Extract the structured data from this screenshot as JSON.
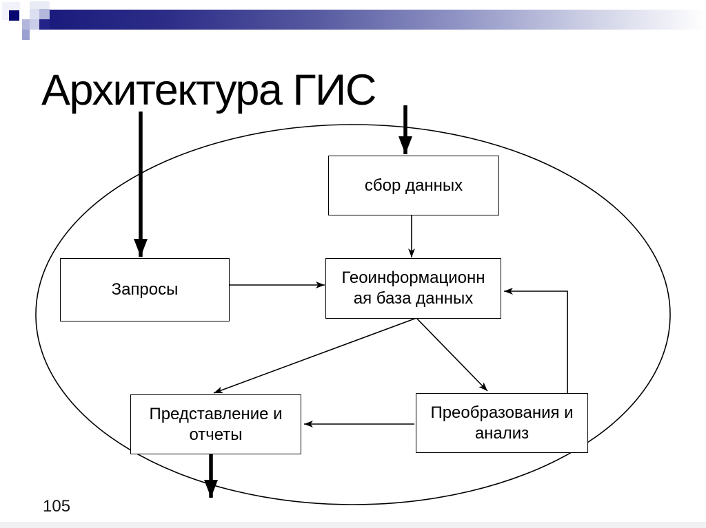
{
  "slide": {
    "title": "Архитектура ГИС",
    "page_number": "105"
  },
  "diagram": {
    "boundary": "ellipse",
    "nodes": {
      "data_collection": {
        "label": "сбор данных",
        "lines": [
          "сбор данных"
        ]
      },
      "queries": {
        "label": "Запросы",
        "lines": [
          "Запросы"
        ]
      },
      "geo_database": {
        "label": "Геоинформационная база данных",
        "lines": [
          "Геоинформационн",
          "ая база данных"
        ]
      },
      "presentation_reports": {
        "label": "Представление и отчеты",
        "lines": [
          "Представление и",
          "отчеты"
        ]
      },
      "transform_analysis": {
        "label": "Преобразования и анализ",
        "lines": [
          "Преобразования и",
          "анализ"
        ]
      }
    },
    "edges": [
      {
        "from": "outside-top-left",
        "to": "queries",
        "style": "thick"
      },
      {
        "from": "outside-top-center",
        "to": "data_collection",
        "style": "thick"
      },
      {
        "from": "data_collection",
        "to": "geo_database",
        "style": "thin"
      },
      {
        "from": "queries",
        "to": "geo_database",
        "style": "thin"
      },
      {
        "from": "geo_database",
        "to": "presentation_reports",
        "style": "thin"
      },
      {
        "from": "geo_database",
        "to": "transform_analysis",
        "style": "thin"
      },
      {
        "from": "transform_analysis",
        "to": "geo_database",
        "style": "thin-elbow"
      },
      {
        "from": "transform_analysis",
        "to": "presentation_reports",
        "style": "thin"
      },
      {
        "from": "presentation_reports",
        "to": "outside-bottom",
        "style": "thick"
      }
    ]
  },
  "colors": {
    "accent_navy": "#1b1b7d",
    "accent_lavender": "#b3b7dc",
    "line_color": "#000000",
    "background": "#ffffff"
  }
}
